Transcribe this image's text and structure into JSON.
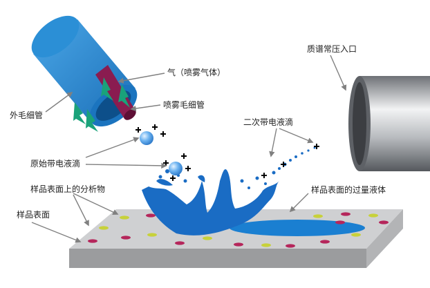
{
  "labels": {
    "outer_capillary": "外毛细管",
    "gas": "气（喷雾气体）",
    "spray_capillary": "喷雾毛细管",
    "initial_droplet": "原始带电液滴",
    "secondary_droplet": "二次带电液滴",
    "ms_inlet": "质谱常压入口",
    "analyte": "样品表面上的分析物",
    "excess_liquid": "样品表面的过量液体",
    "sample_surface": "样品表面"
  },
  "colors": {
    "capillary_blue": "#2b8fd6",
    "inner_tube": "#8a1c50",
    "gas_arrow": "#1aa27a",
    "liquid_blue": "#1a6cc4",
    "droplet": "#6bb2f0",
    "surface_top": "#cfd0d2",
    "analyte_red": "#b5265b",
    "analyte_yellow": "#c7d13a",
    "inlet_silver": "#a8abb0"
  }
}
